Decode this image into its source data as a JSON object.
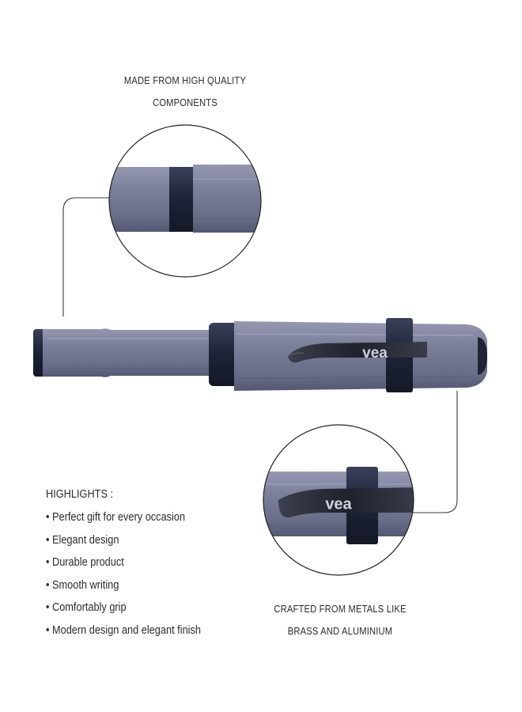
{
  "callouts": {
    "top": {
      "line1": "MADE FROM HIGH QUALITY",
      "line2": "COMPONENTS"
    },
    "bottom": {
      "line1": "CRAFTED FROM METALS LIKE",
      "line2": "BRASS AND ALUMINIUM"
    }
  },
  "highlights": {
    "title": "HIGHLIGHTS :",
    "items": [
      "Perfect gift for every occasion",
      "Elegant design",
      "Durable product",
      "Smooth writing",
      "Comfortably grip",
      "Modern design and elegant finish"
    ]
  },
  "pen": {
    "brand": "vea",
    "colors": {
      "body": "#7b7e99",
      "body_dark": "#5b5e78",
      "accent": "#1e2338",
      "clip": "#2a2d3a"
    }
  }
}
